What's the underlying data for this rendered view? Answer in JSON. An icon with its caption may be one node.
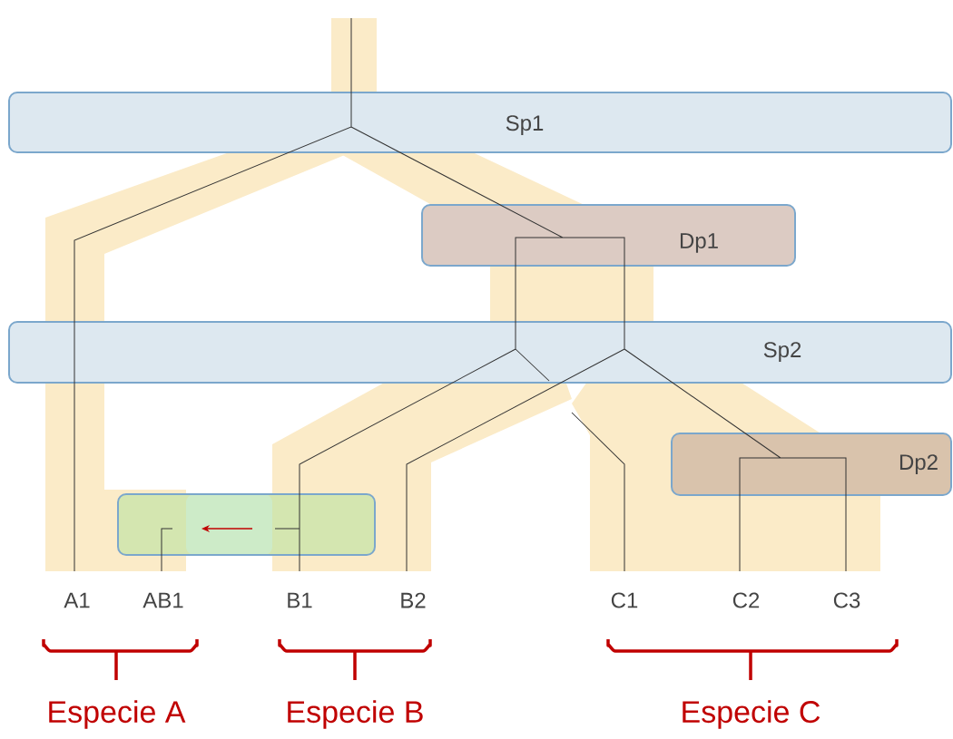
{
  "diagram": {
    "nodes": [
      {
        "text": [
          "Sp1"
        ]
      },
      {
        "text": [
          "Dp1"
        ]
      },
      {
        "text": [
          "Sp2"
        ]
      },
      {
        "text": [
          "Dp2"
        ]
      },
      {
        "text": [],
        "shape": "box"
      }
    ],
    "labels": [
      "A1",
      "AB1",
      "B1",
      "B2",
      "C1",
      "C2",
      "C3",
      "Especie A",
      "Especie B",
      "Especie C"
    ]
  }
}
